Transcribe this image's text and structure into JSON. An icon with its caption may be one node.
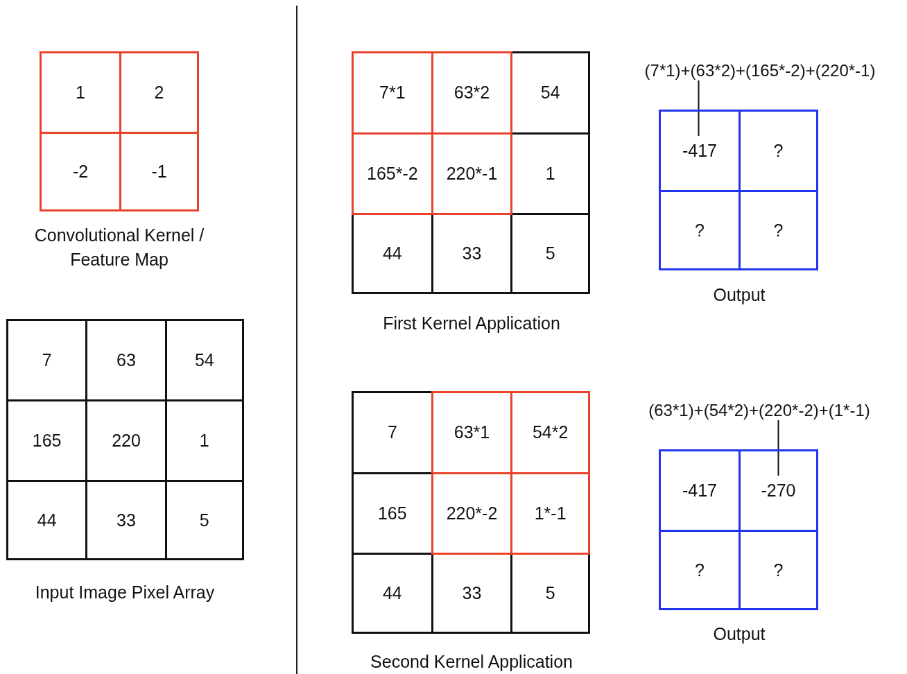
{
  "diagram": {
    "nodes": [
      {
        "text": [],
        "shape": "box",
        "beside": [
          "Convolutional Kernel / Feature Map"
        ]
      },
      {
        "text": [
          "1"
        ],
        "in": 0
      },
      {
        "text": [
          "2"
        ],
        "in": 0
      },
      {
        "text": [
          "-2"
        ],
        "in": 0
      },
      {
        "text": [
          "-1"
        ],
        "in": 0
      },
      {
        "text": [],
        "shape": "box",
        "beside": [
          "Input Image Pixel Array"
        ]
      },
      {
        "text": [
          "7"
        ],
        "in": 5
      },
      {
        "text": [
          "63"
        ],
        "in": 5
      },
      {
        "text": [
          "54"
        ],
        "in": 5
      },
      {
        "text": [
          "165"
        ],
        "in": 5
      },
      {
        "text": [
          "220"
        ],
        "in": 5
      },
      {
        "text": [
          "1"
        ],
        "in": 5
      },
      {
        "text": [
          "44"
        ],
        "in": 5
      },
      {
        "text": [
          "33"
        ],
        "in": 5
      },
      {
        "text": [
          "5"
        ],
        "in": 5
      },
      {
        "text": [],
        "shape": "box",
        "beside": [
          "First Kernel Application"
        ]
      },
      {
        "text": [
          "7*1"
        ],
        "in": 15
      },
      {
        "text": [
          "63*2"
        ],
        "in": 15
      },
      {
        "text": [
          "54"
        ],
        "in": 15
      },
      {
        "text": [
          "165*-2"
        ],
        "in": 15
      },
      {
        "text": [
          "220*-1"
        ],
        "in": 15
      },
      {
        "text": [
          "1"
        ],
        "in": 15
      },
      {
        "text": [
          "44"
        ],
        "in": 15
      },
      {
        "text": [
          "33"
        ],
        "in": 15
      },
      {
        "text": [
          "5"
        ],
        "in": 15
      },
      {
        "text": [
          "(7*1)+(63*2)+(165*-2)+(220*-1)"
        ]
      },
      {
        "text": [],
        "shape": "box",
        "beside": [
          "Output"
        ]
      },
      {
        "text": [
          "-417"
        ],
        "in": 26
      },
      {
        "text": [
          "?"
        ],
        "in": 26
      },
      {
        "text": [
          "?"
        ],
        "in": 26
      },
      {
        "text": [
          "?"
        ],
        "in": 26
      },
      {
        "text": [],
        "shape": "box",
        "beside": [
          "Second Kernel Application"
        ]
      },
      {
        "text": [
          "7"
        ],
        "in": 31
      },
      {
        "text": [
          "63*1"
        ],
        "in": 31
      },
      {
        "text": [
          "54*2"
        ],
        "in": 31
      },
      {
        "text": [
          "165"
        ],
        "in": 31
      },
      {
        "text": [
          "220*-2"
        ],
        "in": 31
      },
      {
        "text": [
          "1*-1"
        ],
        "in": 31
      },
      {
        "text": [
          "44"
        ],
        "in": 31
      },
      {
        "text": [
          "33"
        ],
        "in": 31
      },
      {
        "text": [
          "5"
        ],
        "in": 31
      },
      {
        "text": [
          "(63*1)+(54*2)+(220*-2)+(1*-1)"
        ]
      },
      {
        "text": [],
        "shape": "box",
        "beside": [
          "Output"
        ]
      },
      {
        "text": [
          "-417"
        ],
        "in": 42
      },
      {
        "text": [
          "-270"
        ],
        "in": 42
      },
      {
        "text": [
          "?"
        ],
        "in": 42
      },
      {
        "text": [
          "?"
        ],
        "in": 42
      }
    ],
    "edges": [
      {
        "from": 25,
        "to": 27,
        "arrow": "none"
      },
      {
        "from": 41,
        "to": 44,
        "arrow": "none"
      }
    ]
  }
}
